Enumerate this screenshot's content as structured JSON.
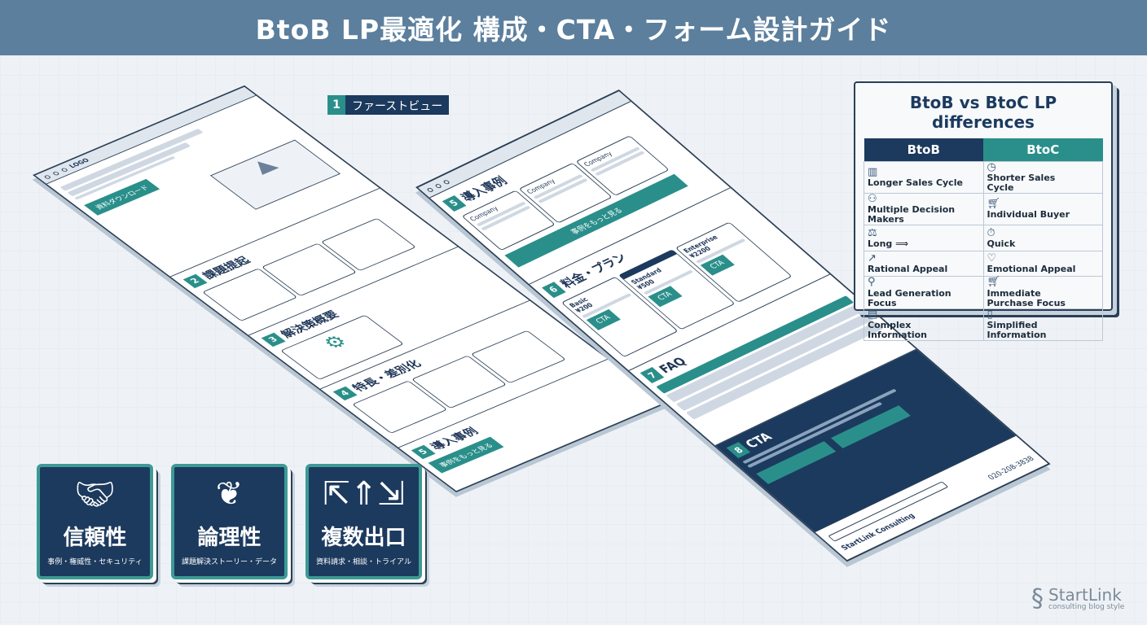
{
  "title": "BtoB LP最適化 構成・CTA・フォーム設計ガイド",
  "callout": {
    "num": "1",
    "label": "ファーストビュー"
  },
  "left_panel": {
    "logo": "LOGO",
    "hero_button": "資料ダウンロード",
    "sections": [
      {
        "num": "2",
        "title": "課題提起"
      },
      {
        "num": "3",
        "title": "解決策概要"
      },
      {
        "num": "4",
        "title": "特長・差別化"
      },
      {
        "num": "5",
        "title": "導入事例",
        "button": "事例をもっと見る"
      }
    ]
  },
  "right_panel": {
    "cases": {
      "num": "5",
      "title": "導入事例",
      "company": "Company",
      "button": "事例をもっと見る"
    },
    "pricing": {
      "num": "6",
      "title": "料金・プラン",
      "plans": [
        {
          "name": "Basic",
          "price": "¥200",
          "cta": "CTA"
        },
        {
          "name": "Standard",
          "price": "¥500",
          "cta": "CTA"
        },
        {
          "name": "Enterprise",
          "price": "¥2200",
          "cta": "CTA"
        }
      ]
    },
    "faq": {
      "num": "7",
      "title": "FAQ"
    },
    "cta": {
      "num": "8",
      "title": "CTA"
    },
    "footer": {
      "brand": "StartLink Consulting",
      "phone": "020-208-3838"
    }
  },
  "comparison": {
    "title": "BtoB vs BtoC LP differences",
    "headers": [
      "BtoB",
      "BtoC"
    ],
    "colors": {
      "btob": "#1c3a5e",
      "btoc": "#2a8f8a"
    },
    "rows": [
      {
        "b": "Longer Sales Cycle",
        "c": "Shorter Sales Cycle"
      },
      {
        "b": "Multiple Decision Makers",
        "c": "Individual Buyer"
      },
      {
        "b": "Long ⟹",
        "c": "Quick"
      },
      {
        "b": "Rational Appeal",
        "c": "Emotional Appeal"
      },
      {
        "b": "Lead Generation Focus",
        "c": "Immediate Purchase Focus"
      },
      {
        "b": "Complex Information",
        "c": "Simplified Information"
      }
    ]
  },
  "features": [
    {
      "icon": "handshake-icon",
      "title": "信頼性",
      "sub": "事例・権威性・セキュリティ"
    },
    {
      "icon": "brain-icon",
      "title": "論理性",
      "sub": "課題解決ストーリー・データ"
    },
    {
      "icon": "split-arrows-icon",
      "title": "複数出口",
      "sub": "資料請求・相談・トライアル"
    }
  ],
  "brand": {
    "name": "StartLink",
    "tagline": "consulting blog style"
  }
}
